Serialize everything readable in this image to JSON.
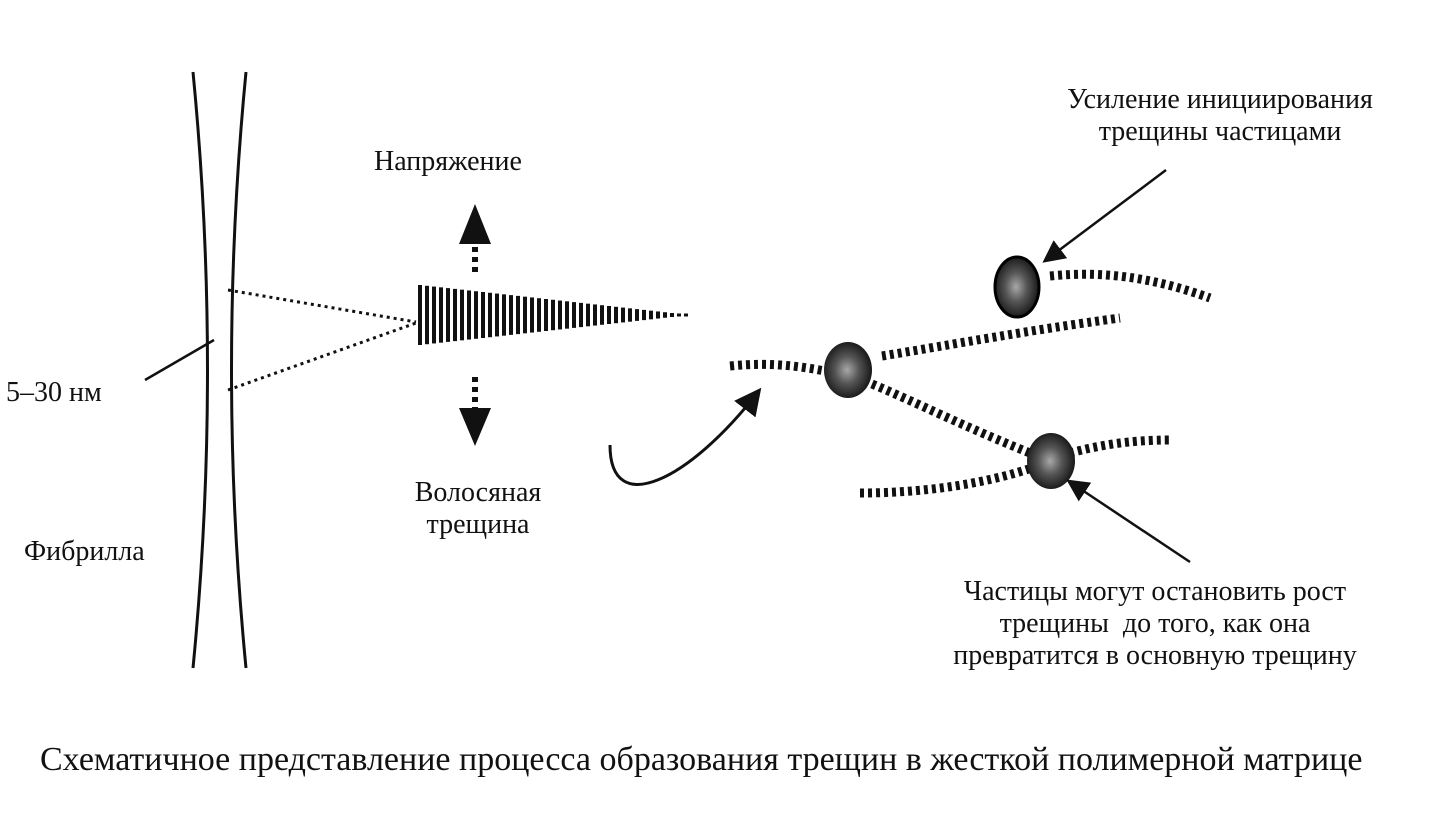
{
  "labels": {
    "stress": "Напряжение",
    "craze_line1": "Волосяная",
    "craze_line2": "трещина",
    "size": "5–30 нм",
    "fibril": "Фибрилла",
    "initiation_line1": "Усиление инициирования",
    "initiation_line2": "трещины частицами",
    "arrest_line1": "Частицы могут остановить рост",
    "arrest_line2": "трещины  до того, как она",
    "arrest_line3": "превратится в основную трещину"
  },
  "caption": "Схематичное представление процесса образования трещин в жесткой полимерной матрице",
  "colors": {
    "ink": "#111111",
    "particle_light": "#9a9a9a",
    "particle_dark": "#1a1a1a"
  }
}
